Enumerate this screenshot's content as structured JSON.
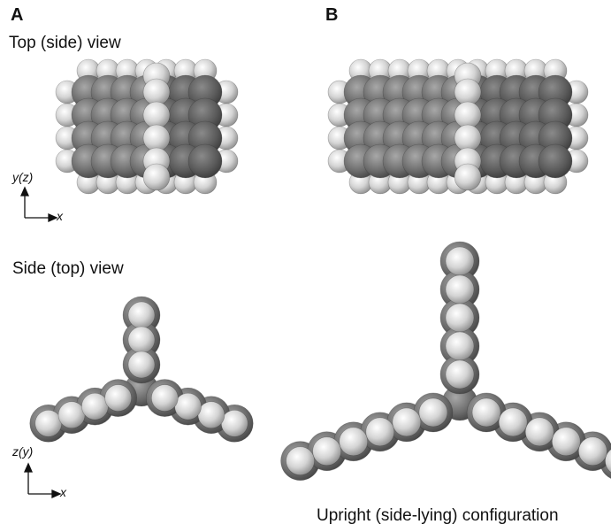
{
  "panels": {
    "a": {
      "label": "A",
      "top_caption": "Top (side) view",
      "bottom_caption": "Side (top) view"
    },
    "b": {
      "label": "B",
      "bottom_caption": "Upright (side-lying) configuration"
    }
  },
  "axes": {
    "top_vertical": "y(z)",
    "bottom_vertical": "z(y)",
    "horizontal": "x"
  },
  "colors": {
    "hydrogen": "#dcdcdc",
    "carbon": "#6e6e6e",
    "carbon_dark": "#555555"
  }
}
